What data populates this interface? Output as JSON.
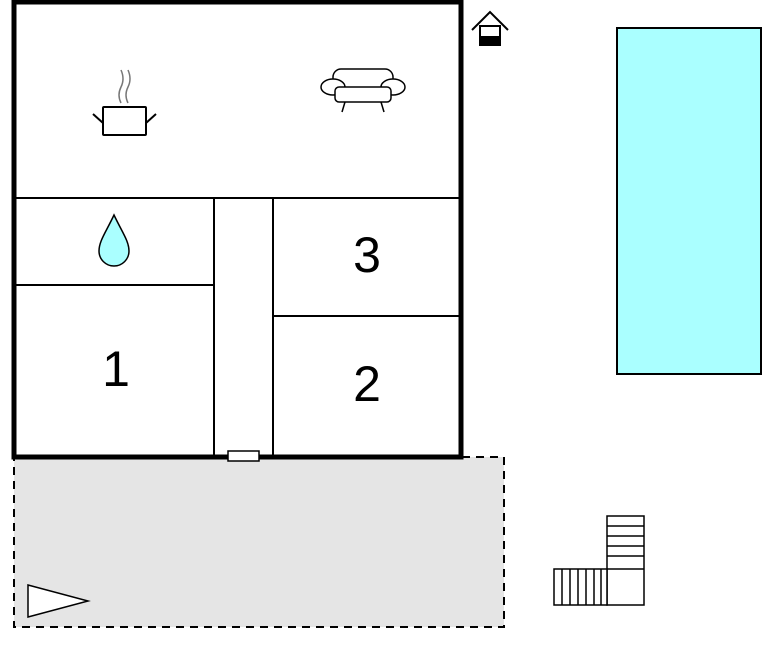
{
  "floorplan": {
    "rooms": [
      {
        "id": "bedroom-1",
        "label": "1"
      },
      {
        "id": "bedroom-2",
        "label": "2"
      },
      {
        "id": "bedroom-3",
        "label": "3"
      }
    ],
    "icons": {
      "kitchen": "cooking-pot-icon",
      "living": "sofa-icon",
      "bathroom": "water-drop-icon",
      "entrance": "house-entrance-icon",
      "viewpoint": "triangle-view-icon",
      "stairs": "stairs-icon"
    },
    "colors": {
      "wall": "#000000",
      "pool": "#aaffff",
      "terrace": "#e5e5e5",
      "background": "#ffffff"
    }
  }
}
